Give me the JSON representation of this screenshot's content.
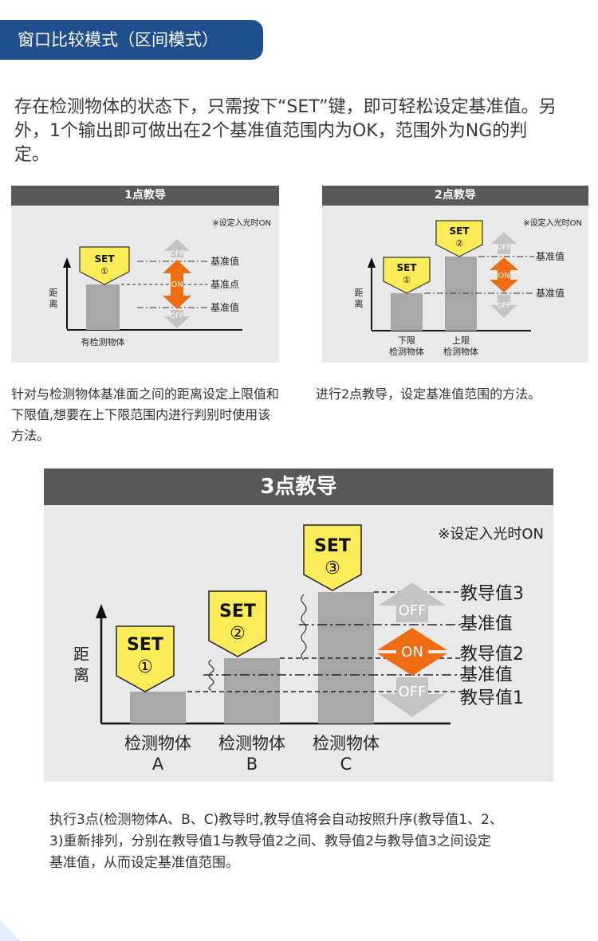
{
  "header": {
    "title": "窗口比较模式（区间模式）"
  },
  "intro": {
    "text": "存在检测物体的状态下，只需按下“SET”键，即可轻松设定基准值。另外，1个输出即可做出在2个基准值范围内为OK，范围外为NG的判定。"
  },
  "panel1": {
    "title": "1点教导",
    "note": "※设定入光时ON",
    "set_label": "SET",
    "set_num": "①",
    "state_off": "OFF",
    "state_on": "ON",
    "label_ref_upper": "基准值",
    "label_point": "基准点",
    "label_ref_lower": "基准值",
    "axis_label_1": "距",
    "axis_label_2": "离",
    "object_label": "有检测物体",
    "desc": "针对与检测物体基准面之间的距离设定上限值和下限值,想要在上下限范围内进行判别时使用该方法。"
  },
  "panel2": {
    "title": "2点教导",
    "note": "※设定入光时ON",
    "set_label": "SET",
    "set1_num": "①",
    "set2_num": "②",
    "state_off": "OFF",
    "state_on": "ON",
    "label_ref_upper": "基准值",
    "label_ref_lower": "基准值",
    "axis_label_1": "距",
    "axis_label_2": "离",
    "lower_label_1": "下限",
    "lower_label_2": "检测物体",
    "upper_label_1": "上限",
    "upper_label_2": "检测物体",
    "desc": "进行2点教导，设定基准值范围的方法。"
  },
  "panel3": {
    "title": "3点教导",
    "note": "※设定入光时ON",
    "set_label": "SET",
    "set1_num": "①",
    "set2_num": "②",
    "set3_num": "③",
    "state_off": "OFF",
    "state_on": "ON",
    "label_teach3": "教导值3",
    "label_ref_a": "基准值",
    "label_teach2": "教导值2",
    "label_ref_b": "基准值",
    "label_teach1": "教导值1",
    "axis_label_1": "距",
    "axis_label_2": "离",
    "objA_1": "检测物体",
    "objA_2": "A",
    "objB_1": "检测物体",
    "objB_2": "B",
    "objC_1": "检测物体",
    "objC_2": "C",
    "desc": "执行3点(检测物体A、B、C)教导时,教导值将会自动按照升序(教导值1、2、3)重新排列，分别在教导值1与教导值2之间、教导值2与教导值3之间设定基准值，从而设定基准值范围。"
  },
  "colors": {
    "header_blue": "#1f4f8f",
    "set_yellow": "#fdec5a",
    "on_orange": "#ee6c12",
    "off_gray": "#c4c4c4",
    "bar_gray": "#a7a7a7"
  }
}
